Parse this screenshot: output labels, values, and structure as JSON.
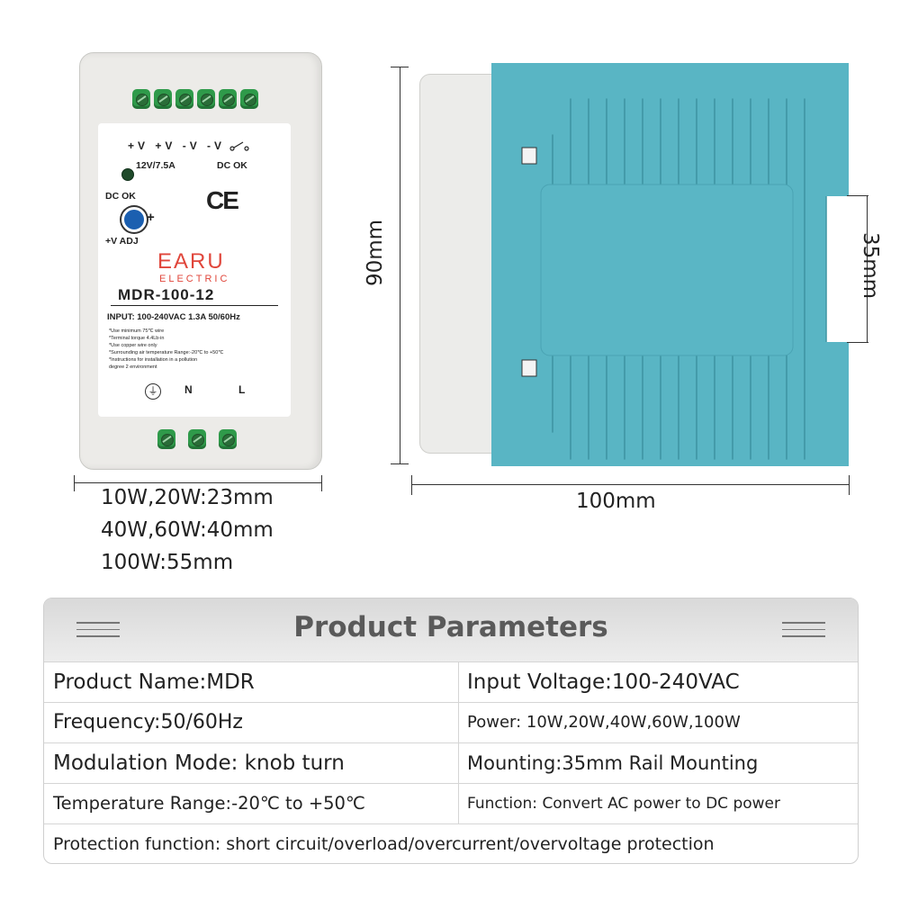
{
  "device": {
    "pin_labels": "+V +V -V -V",
    "rating": "12V/7.5A",
    "dc_ok_top": "DC OK",
    "dc_ok_left": "DC OK",
    "ce_mark": "CE",
    "plus_sign": "+",
    "v_adj": "+V ADJ",
    "brand": "EARU",
    "brand_sub": "ELECTRIC",
    "model": "MDR-100-12",
    "input": "INPUT: 100-240VAC  1.3A  50/60Hz",
    "notes": [
      "*Use minimum 75℃ wire",
      "*Terminal torque 4.4Lb-in",
      "*Use copper wire only",
      "*Surrounding air temperature Range:-20℃ to +50℃",
      "*Instructions for installation in a pollution",
      " degree 2 environment"
    ],
    "ground_symbol": "⏚",
    "n_l": "N L"
  },
  "dimensions": {
    "width_lines": [
      "10W,20W:23mm",
      "40W,60W:40mm",
      "100W:55mm"
    ],
    "height": "90mm",
    "depth": "100mm",
    "rail": "35mm"
  },
  "table": {
    "title": "Product Parameters",
    "rows": [
      {
        "left": "Product Name:MDR",
        "right": "Input Voltage:100-240VAC"
      },
      {
        "left": "Frequency:50/60Hz",
        "right": "Power: 10W,20W,40W,60W,100W"
      },
      {
        "left": "Modulation Mode: knob turn",
        "right": "Mounting:35mm Rail Mounting"
      },
      {
        "left": "Temperature Range:-20℃ to +50℃",
        "right": "Function: Convert AC power to DC power"
      }
    ],
    "full_row": "Protection function: short circuit/overload/overcurrent/overvoltage protection"
  },
  "colors": {
    "body_teal": "#59b5c4",
    "terminal_green": "#2f9a4a",
    "brand_red": "#e0463b",
    "header_gray": "#d9d9d9"
  }
}
